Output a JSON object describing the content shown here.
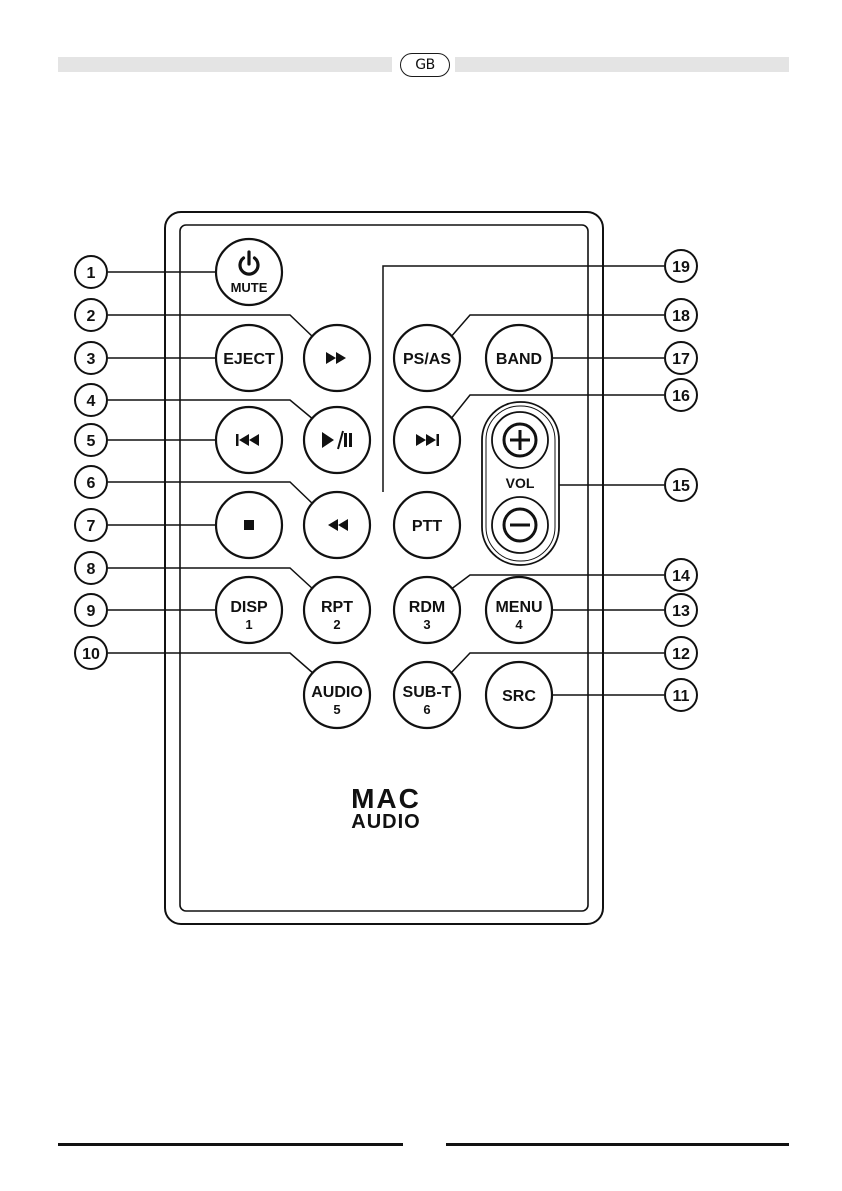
{
  "header": {
    "language_badge": "GB"
  },
  "remote": {
    "brand_line1": "MAC",
    "brand_line2": "AUDIO",
    "volume_label": "VOL",
    "buttons": [
      {
        "id": "mute",
        "label": "MUTE",
        "icon": "power-icon"
      },
      {
        "id": "ff",
        "label": "",
        "icon": "fast-forward-icon"
      },
      {
        "id": "eject",
        "label": "EJECT"
      },
      {
        "id": "play",
        "label": "",
        "icon": "play-pause-icon"
      },
      {
        "id": "prev",
        "label": "",
        "icon": "skip-back-icon"
      },
      {
        "id": "rew",
        "label": "",
        "icon": "rewind-icon"
      },
      {
        "id": "stop",
        "label": "",
        "icon": "stop-icon"
      },
      {
        "id": "disp",
        "label": "DISP",
        "sub": "1"
      },
      {
        "id": "rpt",
        "label": "RPT",
        "sub": "2"
      },
      {
        "id": "audio",
        "label": "AUDIO",
        "sub": "5"
      },
      {
        "id": "psas",
        "label": "PS/AS"
      },
      {
        "id": "band",
        "label": "BAND"
      },
      {
        "id": "next",
        "label": "",
        "icon": "skip-forward-icon"
      },
      {
        "id": "ptt",
        "label": "PTT"
      },
      {
        "id": "rdm",
        "label": "RDM",
        "sub": "3"
      },
      {
        "id": "menu",
        "label": "MENU",
        "sub": "4"
      },
      {
        "id": "subt",
        "label": "SUB-T",
        "sub": "6"
      },
      {
        "id": "src",
        "label": "SRC"
      },
      {
        "id": "volup",
        "label": "",
        "icon": "plus-icon"
      },
      {
        "id": "voldn",
        "label": "",
        "icon": "minus-icon"
      }
    ]
  },
  "callouts": [
    "1",
    "2",
    "3",
    "4",
    "5",
    "6",
    "7",
    "8",
    "9",
    "10",
    "11",
    "12",
    "13",
    "14",
    "15",
    "16",
    "17",
    "18",
    "19"
  ]
}
